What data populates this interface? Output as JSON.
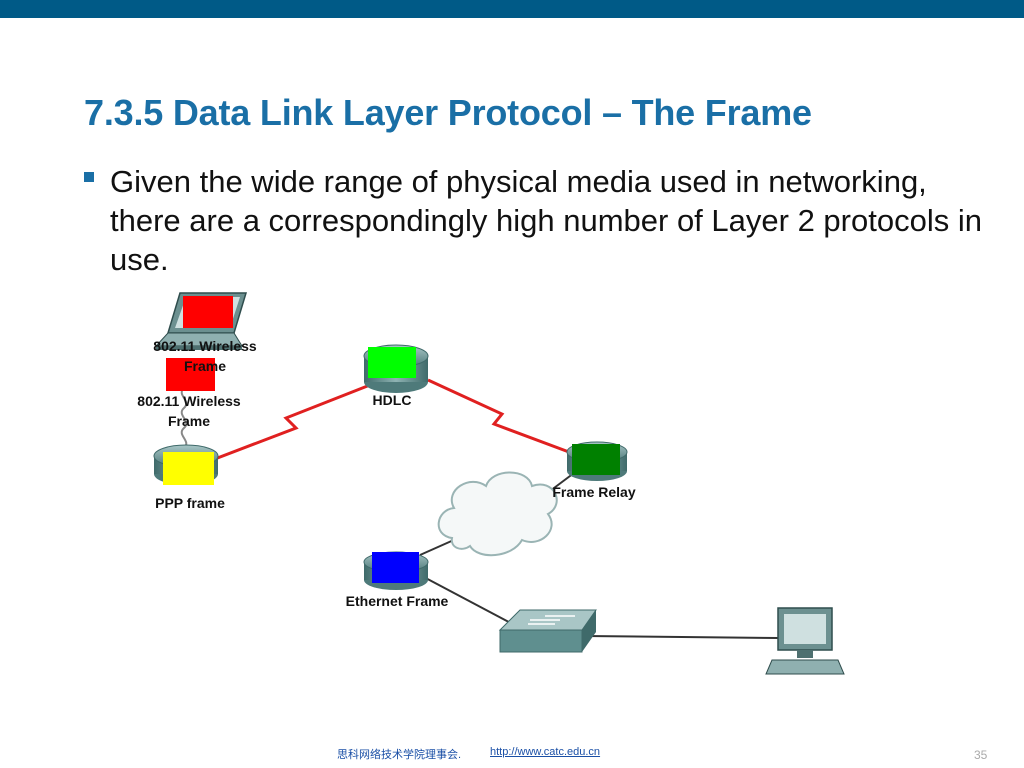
{
  "slide": {
    "title": "7.3.5 Data Link Layer Protocol – The Frame",
    "bullet": "Given the wide range of physical media used in networking, there are a correspondingly high number of Layer 2 protocols in use.",
    "page_number": "35"
  },
  "diagram": {
    "labels": {
      "wireless_laptop": "802.11 Wireless Frame",
      "wireless_tower": "802.11 Wireless Frame",
      "ppp": "PPP frame",
      "hdlc": "HDLC",
      "frame_relay": "Frame Relay",
      "ethernet": "Ethernet Frame"
    },
    "colors": {
      "wireless": "#ff0000",
      "ppp": "#ffff00",
      "hdlc": "#00ff00",
      "frame_relay": "#008000",
      "ethernet": "#0000ff",
      "wan_link": "#e02020",
      "device": "#5f8f8f"
    },
    "icons": [
      "laptop-icon",
      "router-icon",
      "cloud-icon",
      "switch-icon",
      "workstation-icon",
      "antenna-icon"
    ]
  },
  "footer": {
    "org": "思科网络技术学院理事会.",
    "url": "http://www.catc.edu.cn"
  }
}
